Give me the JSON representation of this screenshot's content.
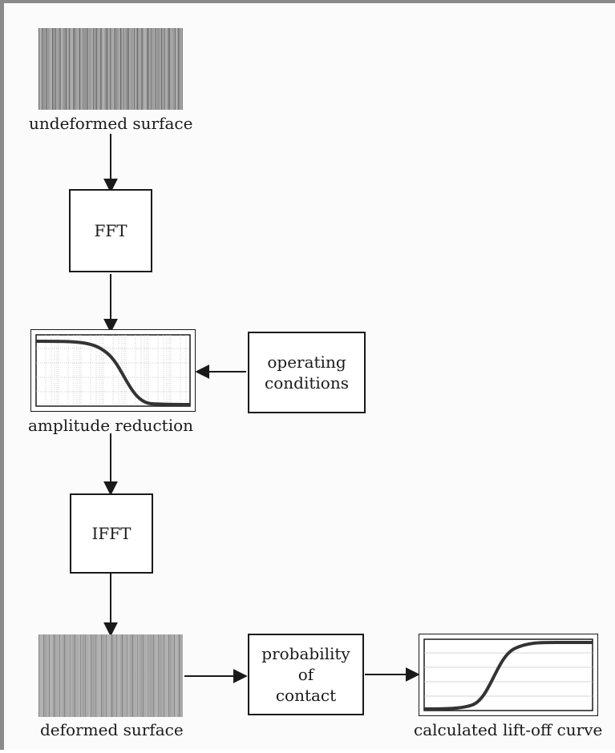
{
  "nodes": {
    "undeformed_surface": "undeformed surface",
    "fft": "FFT",
    "amplitude_reduction": "amplitude reduction",
    "operating_conditions": [
      "operating",
      "conditions"
    ],
    "ifft": "IFFT",
    "deformed_surface": "deformed surface",
    "probability_of_contact": [
      "probability",
      "of",
      "contact"
    ],
    "calculated_lift_off_curve": "calculated lift-off curve"
  },
  "colors": {
    "line": "#1a1a1a",
    "curve": "#333333",
    "grid": "#bdbdbd"
  }
}
